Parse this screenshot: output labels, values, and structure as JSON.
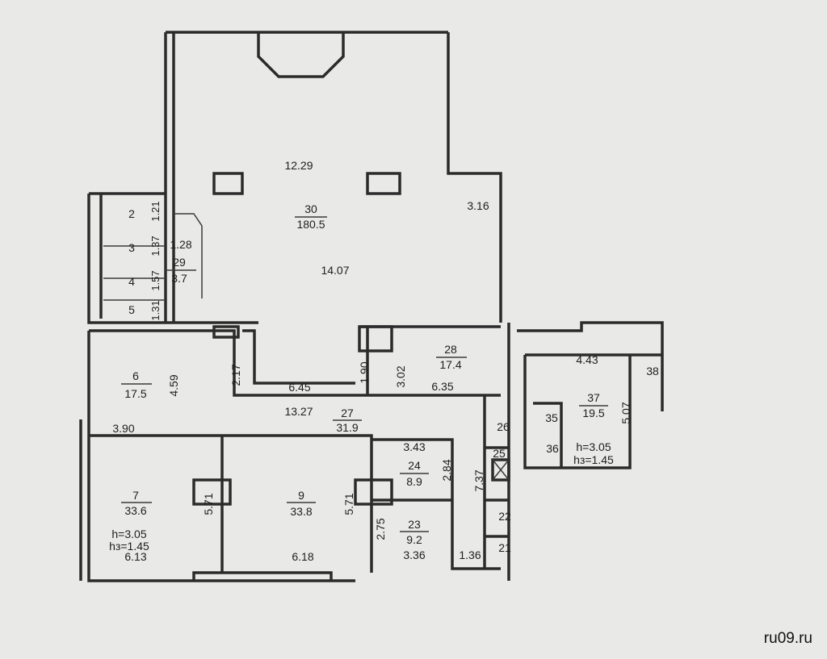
{
  "watermark": "ru09.ru",
  "rooms": [
    {
      "id": "30",
      "area": "180.5"
    },
    {
      "id": "29",
      "area": "3.7"
    },
    {
      "id": "6",
      "area": "17.5"
    },
    {
      "id": "28",
      "area": "17.4"
    },
    {
      "id": "27",
      "area": "31.9"
    },
    {
      "id": "7",
      "area": "33.6"
    },
    {
      "id": "9",
      "area": "33.8"
    },
    {
      "id": "24",
      "area": "8.9"
    },
    {
      "id": "23",
      "area": "9.2"
    },
    {
      "id": "37",
      "area": "19.5"
    }
  ],
  "small_rooms": [
    "2",
    "3",
    "4",
    "5",
    "26",
    "25",
    "22",
    "21",
    "35",
    "36",
    "38"
  ],
  "dims": [
    "12.29",
    "14.07",
    "3.16",
    "1.21",
    "1.37",
    "1.57",
    "1.31",
    "1.28",
    "4.59",
    "3.90",
    "2.17",
    "6.45",
    "1.90",
    "3.02",
    "6.35",
    "13.27",
    "5.71",
    "5.71",
    "6.13",
    "6.18",
    "3.43",
    "2.84",
    "2.75",
    "3.36",
    "1.36",
    "7.37",
    "4.43",
    "5.07"
  ],
  "heights": [
    {
      "h": "h=3.05",
      "h3": "hз=1.45"
    },
    {
      "h": "h=3.05",
      "h3": "hз=1.45"
    }
  ]
}
